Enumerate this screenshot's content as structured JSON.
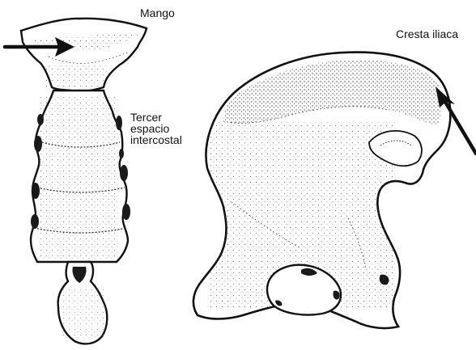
{
  "labels": {
    "mango": "Mango",
    "tercer_espacio_intercostal": [
      "Tercer",
      "espacio",
      "intercostal"
    ],
    "cresta_iliaca": "Cresta iliaca"
  },
  "colors": {
    "ink": "#111111",
    "paper": "#ffffff"
  },
  "figures": [
    "sternum",
    "ilium"
  ],
  "icons": [
    "arrow-right-icon",
    "arrow-up-left-icon"
  ]
}
